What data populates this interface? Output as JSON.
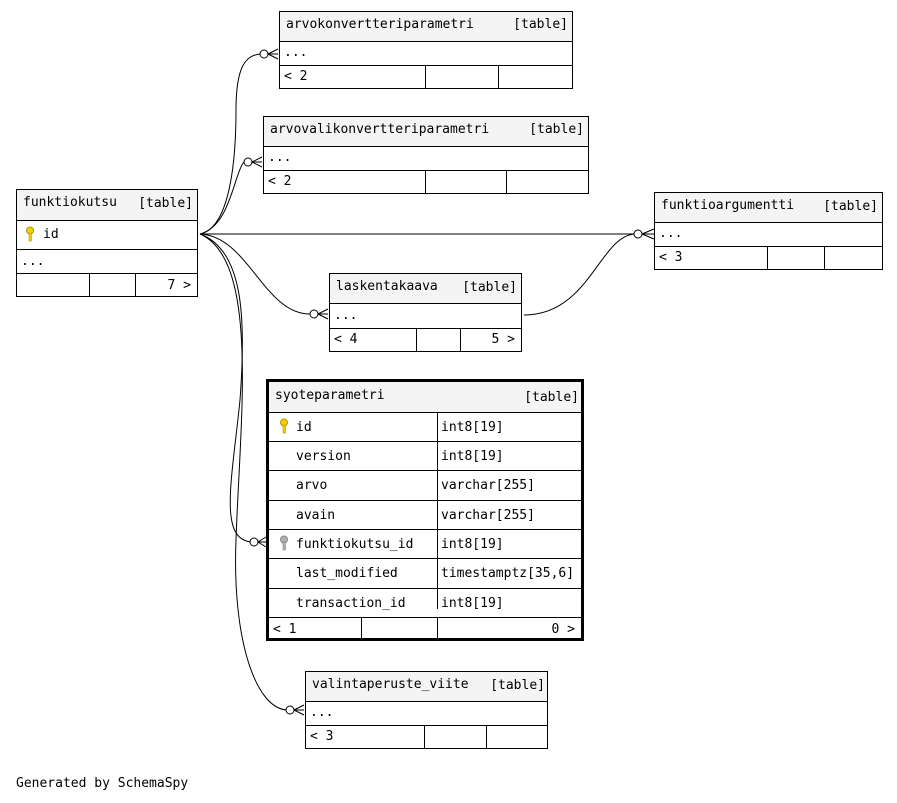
{
  "footer": "Generated by SchemaSpy",
  "colors": {
    "primary_key": "#f0d000",
    "foreign_key": "#b0b0b0",
    "header_bg": "#f4f4f4"
  },
  "tables": {
    "arvokonvertteriparametri": {
      "name": "arvokonvertteriparametri",
      "type": "[table]",
      "ellipsis": "...",
      "parents": "< 2",
      "children": ""
    },
    "arvovalikonvertteriparametri": {
      "name": "arvovalikonvertteriparametri",
      "type": "[table]",
      "ellipsis": "...",
      "parents": "< 2",
      "children": ""
    },
    "funktiokutsu": {
      "name": "funktiokutsu",
      "type": "[table]",
      "pk": "id",
      "ellipsis": "...",
      "parents": "",
      "children": "7 >"
    },
    "funktioargumentti": {
      "name": "funktioargumentti",
      "type": "[table]",
      "ellipsis": "...",
      "parents": "< 3",
      "children": ""
    },
    "laskentakaava": {
      "name": "laskentakaava",
      "type": "[table]",
      "ellipsis": "...",
      "parents": "< 4",
      "children": "5 >"
    },
    "syoteparametri": {
      "name": "syoteparametri",
      "type": "[table]",
      "columns": [
        {
          "name": "id",
          "type": "int8[19]",
          "key": "primary"
        },
        {
          "name": "version",
          "type": "int8[19]",
          "key": ""
        },
        {
          "name": "arvo",
          "type": "varchar[255]",
          "key": ""
        },
        {
          "name": "avain",
          "type": "varchar[255]",
          "key": ""
        },
        {
          "name": "funktiokutsu_id",
          "type": "int8[19]",
          "key": "foreign"
        },
        {
          "name": "last_modified",
          "type": "timestamptz[35,6]",
          "key": ""
        },
        {
          "name": "transaction_id",
          "type": "int8[19]",
          "key": ""
        }
      ],
      "parents": "< 1",
      "children": "0 >"
    },
    "valintaperuste_viite": {
      "name": "valintaperuste_viite",
      "type": "[table]",
      "ellipsis": "...",
      "parents": "< 3",
      "children": ""
    }
  }
}
